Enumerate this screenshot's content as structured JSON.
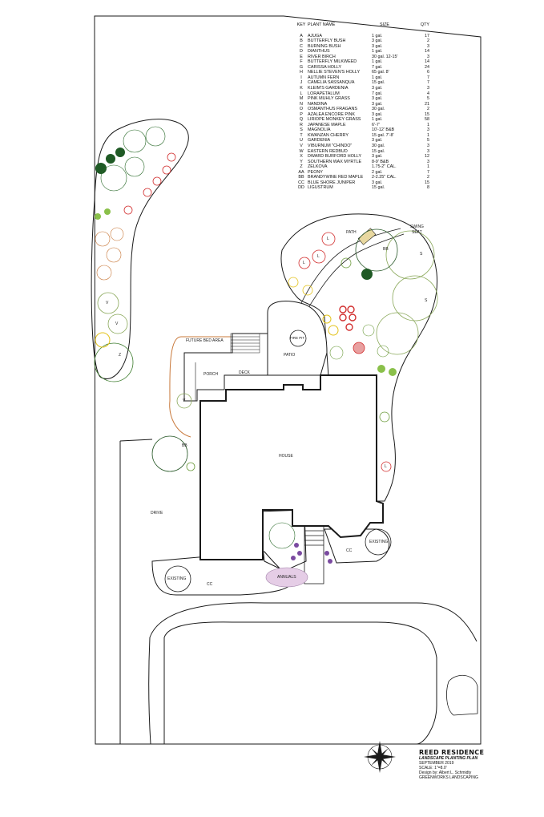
{
  "plant_key": {
    "headers": {
      "key": "KEY",
      "name": "PLANT NAME",
      "size": "SIZE",
      "qty": "QTY"
    },
    "rows": [
      {
        "code": "A",
        "name": "AJUGA",
        "size": "1 gal.",
        "qty": "17"
      },
      {
        "code": "B",
        "name": "BUTTERFLY BUSH",
        "size": "3 gal.",
        "qty": "2"
      },
      {
        "code": "C",
        "name": "BURNING BUSH",
        "size": "3 gal.",
        "qty": "3"
      },
      {
        "code": "D",
        "name": "DIANTHUS",
        "size": "1 gal.",
        "qty": "14"
      },
      {
        "code": "E",
        "name": "RIVER BIRCH",
        "size": "30 gal. 12-15'",
        "qty": "3"
      },
      {
        "code": "F",
        "name": "BUTTERFLY MILKWEED",
        "size": "1 gal.",
        "qty": "14"
      },
      {
        "code": "G",
        "name": "CARISSA HOLLY",
        "size": "7 gal.",
        "qty": "24"
      },
      {
        "code": "H",
        "name": "NELLIE STEVEN'S HOLLY",
        "size": "65 gal. 8'",
        "qty": "6"
      },
      {
        "code": "I",
        "name": "AUTUMN FERN",
        "size": "1 gal.",
        "qty": "7"
      },
      {
        "code": "J",
        "name": "CAMELIA SASSANQUA",
        "size": "15 gal.",
        "qty": "7"
      },
      {
        "code": "K",
        "name": "KLEIM'S GARDENIA",
        "size": "3 gal.",
        "qty": "3"
      },
      {
        "code": "L",
        "name": "LORAPETALUM",
        "size": "7 gal.",
        "qty": "4"
      },
      {
        "code": "M",
        "name": "PINK MUHLY GRASS",
        "size": "3 gal.",
        "qty": "5"
      },
      {
        "code": "N",
        "name": "NANDINA",
        "size": "3 gal.",
        "qty": "21"
      },
      {
        "code": "O",
        "name": "OSMANTHUS FRAGANS",
        "size": "30 gal.",
        "qty": "2"
      },
      {
        "code": "P",
        "name": "AZALEA ENCORE PINK",
        "size": "3 gal.",
        "qty": "15"
      },
      {
        "code": "Q",
        "name": "LIRIOPE MONKEY GRASS",
        "size": "1 gal.",
        "qty": "58"
      },
      {
        "code": "R",
        "name": "JAPANESE MAPLE",
        "size": "6'-7'",
        "qty": "1"
      },
      {
        "code": "S",
        "name": "MAGNOLIA",
        "size": "10'-12' B&B",
        "qty": "3"
      },
      {
        "code": "T",
        "name": "KWANZAN CHERRY",
        "size": "15 gal. 7'-8'",
        "qty": "1"
      },
      {
        "code": "U",
        "name": "GARDENIA",
        "size": "3 gal.",
        "qty": "5"
      },
      {
        "code": "V",
        "name": "VIBURNUM \"CHINDO\"",
        "size": "30 gal.",
        "qty": "3"
      },
      {
        "code": "W",
        "name": "EASTERN REDBUD",
        "size": "15 gal.",
        "qty": "3"
      },
      {
        "code": "X",
        "name": "DWARD BURFORD HOLLY",
        "size": "3 gal.",
        "qty": "12"
      },
      {
        "code": "Y",
        "name": "SOUTHERN WAX MYRTLE",
        "size": "8-9' B&B",
        "qty": "3"
      },
      {
        "code": "Z",
        "name": "ZELKOVA",
        "size": "1.75-2\" CAL.",
        "qty": "1"
      },
      {
        "code": "AA",
        "name": "PEONY",
        "size": "2 gal.",
        "qty": "7"
      },
      {
        "code": "BB",
        "name": "BRANDYWINE RED MAPLE",
        "size": "2-2.25\" CAL.",
        "qty": "2"
      },
      {
        "code": "CC",
        "name": "BLUE SHORE JUNIPER",
        "size": "3 gal.",
        "qty": "15"
      },
      {
        "code": "DD",
        "name": "LIGUSTRUM",
        "size": "15 gal.",
        "qty": "8"
      }
    ]
  },
  "labels": {
    "swing_seat_1": "SWING",
    "swing_seat_2": "SEAT",
    "path": "PATH",
    "future_bed": "FUTURE BED AREA",
    "fire_pit": "FIRE PIT",
    "patio": "PATIO",
    "porch": "PORCH",
    "deck": "DECK",
    "house": "HOUSE",
    "drive": "DRIVE",
    "existing_right": "EXISTING",
    "existing_left": "EXISTING",
    "annuals": "ANNUALS",
    "cc_left": "CC",
    "cc_right": "CC",
    "bb_left": "BB",
    "bb_back": "BB",
    "s_1": "S",
    "s_2": "S",
    "v_1": "V",
    "v_2": "V",
    "v_3": "V",
    "z_1": "Z",
    "l_1": "L",
    "l_2": "L",
    "l_3": "L",
    "l_4": "L"
  },
  "title_block": {
    "project": "REED RESIDENCE",
    "plan_type": "LANDSCAPE PLANTING PLAN",
    "date": "SEPTEMBER 2019",
    "scale": "SCALE: 1\"=8.0'",
    "designer": "Design by:  Albert L. Schmidty",
    "company": "GREENWORKS LANDSCAPING"
  },
  "colors": {
    "line": "#1a1a1a",
    "shrub_green": "#6a9a3a",
    "dark_green": "#1f5a25",
    "red": "#d23030",
    "orange_path": "#c8783a",
    "yellow": "#e2c21a",
    "purple": "#7a4aa0",
    "annuals_fill": "#e5cde6"
  },
  "icons": {
    "north_arrow": "compass-rose-icon"
  }
}
